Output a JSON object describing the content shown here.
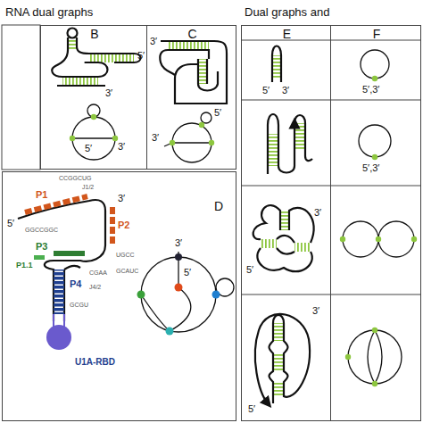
{
  "diagram": {
    "nodes": [
      {
        "text": [
          "B"
        ]
      },
      {
        "text": [
          "C"
        ]
      },
      {
        "text": [
          "D"
        ]
      },
      {
        "text": [
          "E"
        ]
      },
      {
        "text": [
          "F"
        ]
      }
    ],
    "labels": [
      "RNA dual graphs",
      "Dual graphs and",
      "5′",
      "3′",
      "5′",
      "3′",
      "3′",
      "5′",
      "3′",
      "5′",
      "P1",
      "J1/2",
      "P2",
      "3′",
      "P3",
      "P1.1",
      "J4/2",
      "P4",
      "U1A-RBD",
      "3′",
      "5′",
      "GGCCGGC",
      "CCGGCUG",
      "GCAUC",
      "CGAA",
      "UGCC",
      "GCGU",
      "5′",
      "3′",
      "5′,3′",
      "5′,3′",
      "3′",
      "5′",
      "3′",
      "5′"
    ]
  }
}
